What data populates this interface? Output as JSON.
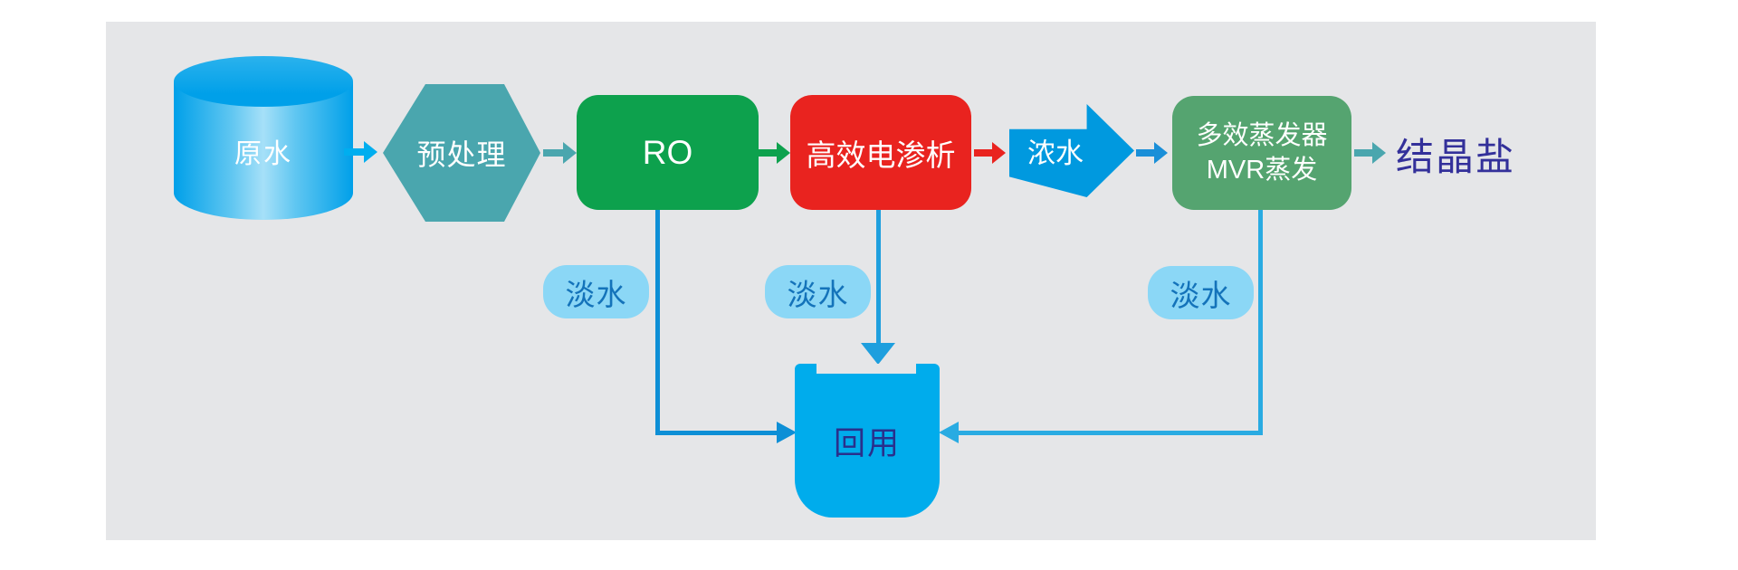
{
  "diagram": {
    "type": "process-flow",
    "panel_color": "#E5E6E8",
    "nodes": {
      "raw_water": {
        "label": "原水",
        "shape": "cylinder",
        "fill": "#00A0E9",
        "text_color": "#FFFFFF"
      },
      "pretreatment": {
        "label": "预处理",
        "shape": "hexagon",
        "fill": "#4AA6AE",
        "text_color": "#FFFFFF"
      },
      "ro": {
        "label": "RO",
        "shape": "rounded-box",
        "fill": "#0DA14D",
        "text_color": "#FFFFFF"
      },
      "electrodialysis": {
        "label": "高效电渗析",
        "shape": "rounded-box",
        "fill": "#E9231F",
        "text_color": "#FFFFFF"
      },
      "concentrate": {
        "label": "浓水",
        "shape": "block-arrow",
        "fill": "#0099DF",
        "text_color": "#FFFFFF"
      },
      "evaporator": {
        "label_line1": "多效蒸发器",
        "label_line2": "MVR蒸发",
        "shape": "rounded-box",
        "fill": "#55A470",
        "text_color": "#FFFFFF"
      },
      "crystal_salt": {
        "label": "结晶盐",
        "shape": "text",
        "text_color": "#33309A"
      },
      "reuse": {
        "label": "回用",
        "shape": "tank",
        "fill": "#00ACEC",
        "text_color": "#29308C"
      }
    },
    "fresh_water_badges": [
      {
        "label": "淡水"
      },
      {
        "label": "淡水"
      },
      {
        "label": "淡水"
      }
    ],
    "fresh_water_style": {
      "fill": "#8BD7F6",
      "text_color": "#1473BA"
    },
    "connector_colors": {
      "blue_arrow": "#00AEEF",
      "teal_arrow": "#4AA6AE",
      "green_arrow": "#0DA14D",
      "red_arrow": "#E9231F",
      "small_blue_arrow": "#1A8FD8",
      "elbow_left": "#0D8FD6",
      "elbow_center": "#1E9FDE",
      "elbow_right": "#29ABE2"
    },
    "edges": [
      "原水 → 预处理",
      "预处理 → RO",
      "RO → 高效电渗析",
      "高效电渗析 → 浓水",
      "浓水 → 多效蒸发器MVR蒸发",
      "多效蒸发器MVR蒸发 → 结晶盐",
      "RO → 回用 (淡水)",
      "高效电渗析 → 回用 (淡水)",
      "多效蒸发器MVR蒸发 → 回用 (淡水)"
    ]
  }
}
